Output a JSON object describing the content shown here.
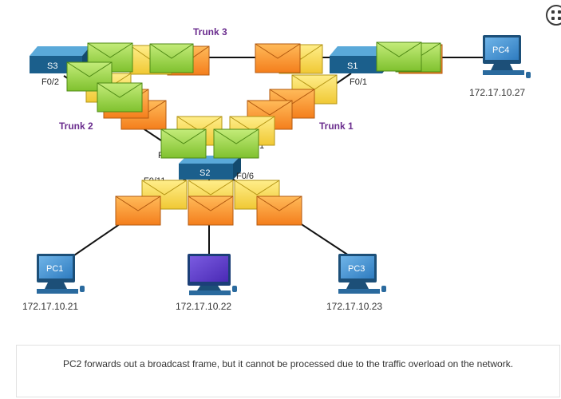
{
  "links": {
    "trunk1": "Trunk 1",
    "trunk2": "Trunk 2",
    "trunk3": "Trunk 3"
  },
  "switches": {
    "s1": "S1",
    "s2": "S2",
    "s3": "S3"
  },
  "ports": {
    "s3_f02": "F0/2",
    "s1_f01": "F0/1",
    "s2_f01_partial": "F",
    "s2_f02_partial": "/1",
    "s2_f011": "F0/11",
    "s2_f06": "F0/6"
  },
  "hosts": {
    "pc1": {
      "name": "PC1",
      "ip": "172.17.10.21"
    },
    "pc2": {
      "name": "",
      "ip": "172.17.10.22"
    },
    "pc3": {
      "name": "PC3",
      "ip": "172.17.10.23"
    },
    "pc4": {
      "name": "PC4",
      "ip": "172.17.10.27"
    }
  },
  "caption": "PC2 forwards out a broadcast frame, but it cannot be processed due to the traffic overload on the network.",
  "colors": {
    "trunk_label": "#6a2c8e",
    "switch_top": "#3f93c9",
    "switch_front": "#1b5f8c",
    "pc_screen": "#3c8fd0",
    "pc2_screen": "#5a3ac9",
    "envelope_green": "#93d43a",
    "envelope_yellow": "#f8dc4a",
    "envelope_orange": "#fa9a2c"
  },
  "icons": {
    "frame": "envelope-icon",
    "expand": "expand-icon"
  }
}
